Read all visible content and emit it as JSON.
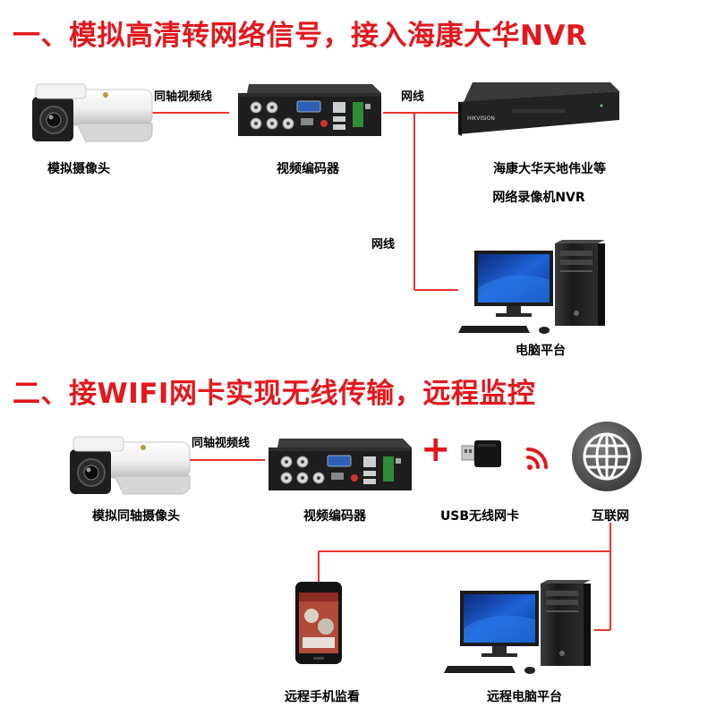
{
  "colors": {
    "accent": "#e3171d",
    "line": "#e8342d",
    "text": "#1a1a1a",
    "device": "#1c1c1c"
  },
  "section1": {
    "title": "一、模拟高清转网络信号，接入海康大华NVR",
    "camera_label": "模拟摄像头",
    "coax_label": "同轴视频线",
    "encoder_label": "视频编码器",
    "net_label_1": "网线",
    "nvr_label_1": "海康大华天地伟业等",
    "nvr_label_2": "网络录像机NVR",
    "net_label_2": "网线",
    "pc_label": "电脑平台"
  },
  "section2": {
    "title": "二、接WIFI网卡实现无线传输，远程监控",
    "camera_label": "模拟同轴摄像头",
    "coax_label": "同轴视频线",
    "encoder_label": "视频编码器",
    "plus": "+",
    "wifi_label": "USB无线网卡",
    "internet_label": "互联网",
    "phone_label": "远程手机监看",
    "pc_label": "远程电脑平台"
  },
  "icons": {
    "camera": "bullet-camera-icon",
    "encoder": "video-encoder-icon",
    "nvr": "nvr-recorder-icon",
    "pc": "desktop-computer-icon",
    "usb": "usb-wifi-dongle-icon",
    "signal": "wifi-signal-icon",
    "globe": "globe-icon",
    "phone": "smartphone-icon"
  }
}
